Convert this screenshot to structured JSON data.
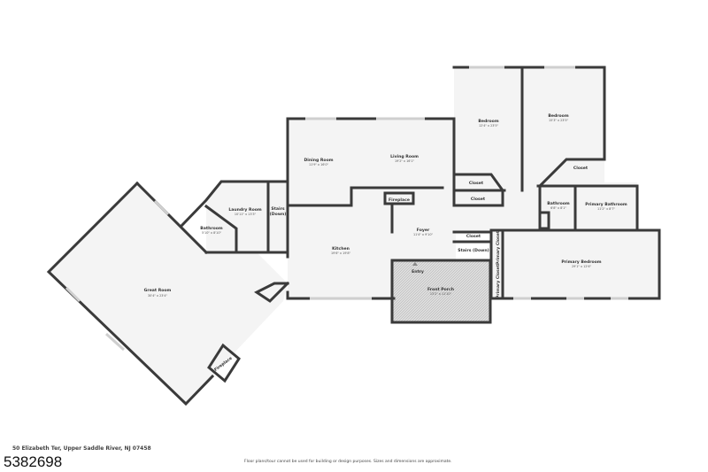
{
  "rooms": [
    {
      "id": "great-room",
      "name": "Great Room",
      "dim": "30'4\" x 23'4\""
    },
    {
      "id": "bathroom-1",
      "name": "Bathroom",
      "dim": "5'10\" x 8'10\""
    },
    {
      "id": "laundry-room",
      "name": "Laundry Room",
      "dim": "10'11\" x 13'3\""
    },
    {
      "id": "stairs-1",
      "name": "Stairs (Down)",
      "dim": ""
    },
    {
      "id": "dining-room",
      "name": "Dining Room",
      "dim": "11'9\" x 16'0\""
    },
    {
      "id": "living-room",
      "name": "Living Room",
      "dim": "19'2\" x 16'1\""
    },
    {
      "id": "fireplace-1",
      "name": "Fireplace",
      "dim": ""
    },
    {
      "id": "kitchen",
      "name": "Kitchen",
      "dim": "19'6\" x 19'8\""
    },
    {
      "id": "foyer",
      "name": "Foyer",
      "dim": "11'4\" x 9'10\""
    },
    {
      "id": "entry",
      "name": "Entry",
      "dim": ""
    },
    {
      "id": "front-porch",
      "name": "Front Porch",
      "dim": "13'2\" x 11'10\""
    },
    {
      "id": "bedroom-1",
      "name": "Bedroom",
      "dim": "12'4\" x 23'5\""
    },
    {
      "id": "bedroom-2",
      "name": "Bedroom",
      "dim": "15'3\" x 23'5\""
    },
    {
      "id": "closet-1",
      "name": "Closet",
      "dim": ""
    },
    {
      "id": "closet-2",
      "name": "Closet",
      "dim": ""
    },
    {
      "id": "closet-3",
      "name": "Closet",
      "dim": ""
    },
    {
      "id": "closet-4",
      "name": "Closet",
      "dim": ""
    },
    {
      "id": "stairs-2",
      "name": "Stairs (Down)",
      "dim": ""
    },
    {
      "id": "bathroom-2",
      "name": "Bathroom",
      "dim": "6'8\" x 8'1\""
    },
    {
      "id": "primary-bathroom",
      "name": "Primary Bathroom",
      "dim": "11'2\" x 8'7\""
    },
    {
      "id": "primary-closet-1",
      "name": "Primary Closet",
      "dim": ""
    },
    {
      "id": "primary-closet-2",
      "name": "Primary Closet",
      "dim": ""
    },
    {
      "id": "primary-bedroom",
      "name": "Primary Bedroom",
      "dim": "29'1\" x 12'6\""
    },
    {
      "id": "fireplace-2",
      "name": "Fireplace",
      "dim": ""
    }
  ],
  "footer": {
    "address": "50 Elizabeth Ter, Upper Saddle River, NJ 07458",
    "listing_id": "5382698",
    "disclaimer": "Floor plans/tour cannot be used for building or design purposes. Sizes and dimensions are approximate."
  }
}
